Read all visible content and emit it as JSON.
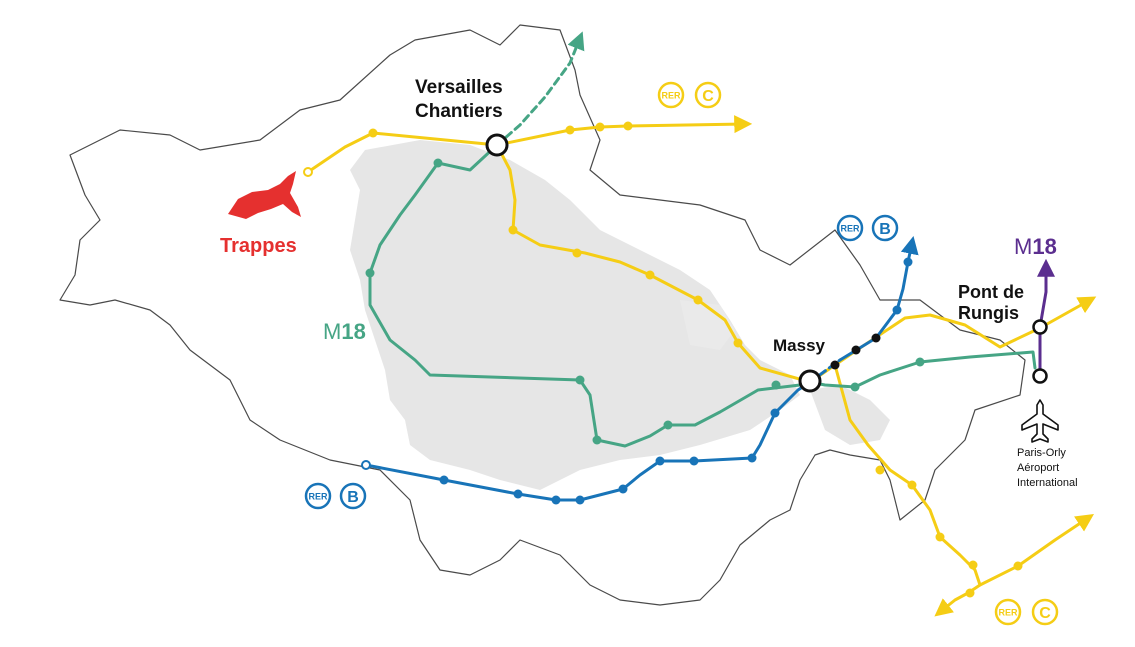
{
  "colors": {
    "rer_c": "#f5cd15",
    "rer_b": "#1874b8",
    "m18": "#46a585",
    "m18_purple": "#5b2e8f",
    "trappes": "#e5302f",
    "urban": "#e6e6e6",
    "boundary": "#4a4a4a",
    "station": "#111111"
  },
  "places": {
    "versailles_line1": "Versailles",
    "versailles_line2": "Chantiers",
    "trappes": "Trappes",
    "massy": "Massy",
    "pont_line1": "Pont de",
    "pont_line2": "Rungis",
    "orly_line1": "Paris-Orly",
    "orly_line2": "Aéroport",
    "orly_line3": "International"
  },
  "badges": {
    "rer_label": "RER",
    "rer_c_letter": "C",
    "rer_b_letter": "B",
    "m18_prefix": "M",
    "m18_number": "18"
  },
  "icons": {
    "trappes": "fish-silhouette-icon",
    "airport": "airplane-icon",
    "direction": "arrow-icon"
  }
}
